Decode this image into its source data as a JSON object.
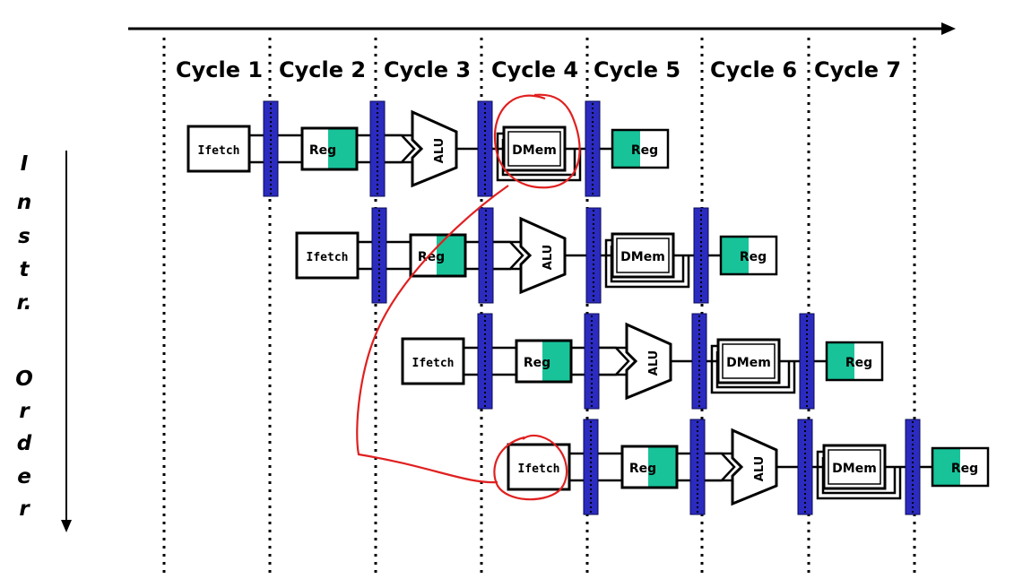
{
  "cycles": [
    "Cycle 1",
    "Cycle 2",
    "Cycle 3",
    "Cycle 4",
    "Cycle 5",
    "Cycle 6",
    "Cycle 7"
  ],
  "axis_label_letters": [
    "I",
    "n",
    "s",
    "t",
    "r.",
    "O",
    "r",
    "d",
    "e",
    "r"
  ],
  "stage_labels": {
    "ifetch": "Ifetch",
    "reg": "Reg",
    "alu": "ALU",
    "dmem": "DMem"
  },
  "instruction_count": 4,
  "colors": {
    "pipeline_register": "#2b2bbf",
    "reg_write_shade": "#18c39a",
    "annotation_ink": "#e02020",
    "lines": "#000000"
  },
  "annotation": "red hand-drawn circles around DMem (instruction 1) and Ifetch (instruction 4), connected by a curved line indicating a structural hazard"
}
